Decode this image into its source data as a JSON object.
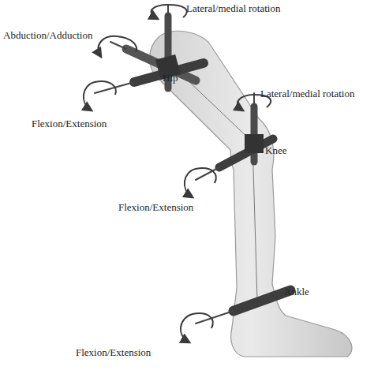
{
  "diagram": {
    "labels": [
      "Lateral/medial rotation",
      "Abduction/Adduction",
      "Hip",
      "Flexion/Extension",
      "Lateral/medial rotation",
      "Knee",
      "Flexion/Extension",
      "Ankle",
      "Flexion/Extension"
    ]
  }
}
